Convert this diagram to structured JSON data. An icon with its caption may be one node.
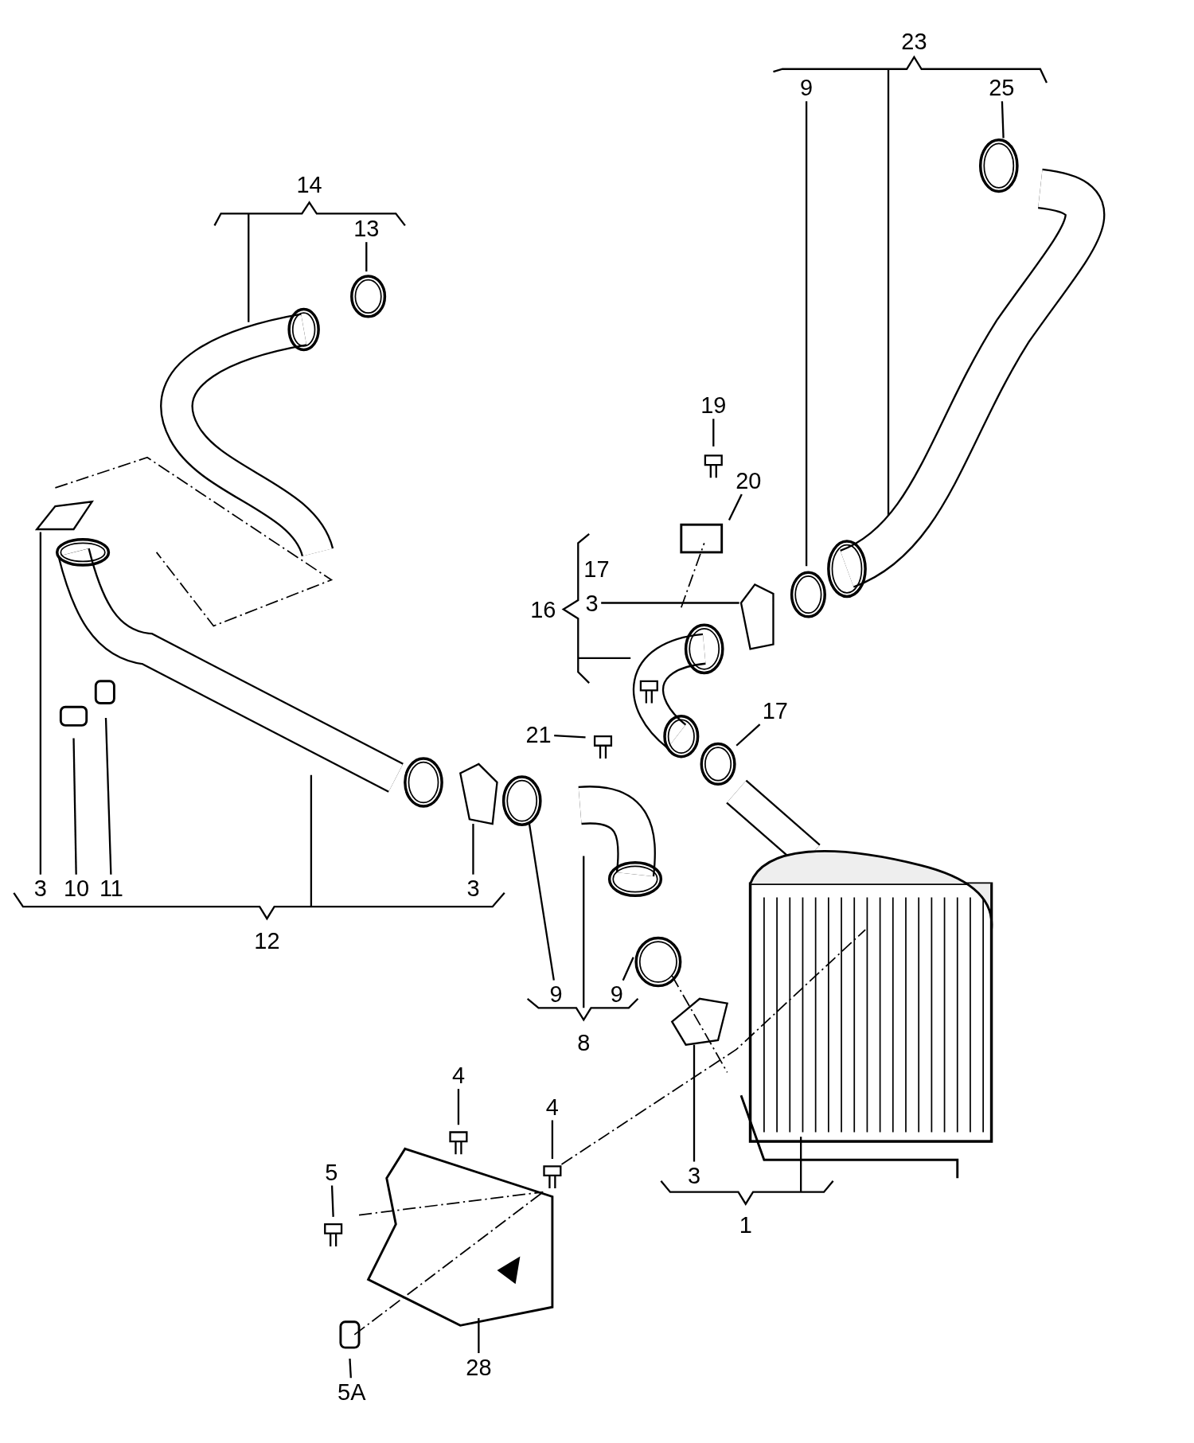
{
  "diagram": {
    "nodes": [
      {
        "text": [
          "9"
        ]
      },
      {
        "text": [
          "25"
        ]
      },
      {
        "text": [
          "13"
        ]
      },
      {
        "text": [
          "19"
        ]
      },
      {
        "text": [
          "20"
        ]
      },
      {
        "text": [
          "3"
        ]
      },
      {
        "text": [
          "17"
        ]
      },
      {
        "text": [
          "21"
        ]
      },
      {
        "text": [
          "3"
        ]
      },
      {
        "text": [
          "10"
        ]
      },
      {
        "text": [
          "11"
        ]
      },
      {
        "text": [
          "3"
        ]
      },
      {
        "text": [
          "9"
        ]
      },
      {
        "text": [
          "9"
        ]
      },
      {
        "text": [
          "4"
        ]
      },
      {
        "text": [
          "4"
        ]
      },
      {
        "text": [
          "5"
        ]
      },
      {
        "text": [
          "3"
        ]
      },
      {
        "text": [
          "28"
        ]
      },
      {
        "text": [
          "5A"
        ]
      }
    ],
    "edges": [
      {
        "from": 0,
        "to": null,
        "arrow": "none"
      },
      {
        "from": 1,
        "to": null,
        "arrow": "none"
      },
      {
        "from": 2,
        "to": null,
        "arrow": "none"
      },
      {
        "from": 3,
        "to": null,
        "arrow": "none"
      },
      {
        "from": 4,
        "to": null,
        "arrow": "none"
      },
      {
        "from": 5,
        "to": null,
        "arrow": "none"
      },
      {
        "from": 6,
        "to": null,
        "arrow": "none"
      },
      {
        "from": 7,
        "to": null,
        "arrow": "none"
      },
      {
        "from": 8,
        "to": null,
        "arrow": "none"
      },
      {
        "from": 9,
        "to": null,
        "arrow": "none"
      },
      {
        "from": 10,
        "to": null,
        "arrow": "none"
      },
      {
        "from": 11,
        "to": null,
        "arrow": "none"
      },
      {
        "from": 12,
        "to": null,
        "arrow": "none"
      },
      {
        "from": 13,
        "to": null,
        "arrow": "none"
      },
      {
        "from": 14,
        "to": null,
        "arrow": "none"
      },
      {
        "from": 15,
        "to": null,
        "arrow": "none"
      },
      {
        "from": 16,
        "to": null,
        "arrow": "none"
      },
      {
        "from": 17,
        "to": null,
        "arrow": "none"
      },
      {
        "from": 18,
        "to": null,
        "arrow": "none"
      },
      {
        "from": 19,
        "to": null,
        "arrow": "none"
      }
    ],
    "labels": [
      "23",
      "14",
      "16",
      "17",
      "12",
      "8",
      "1"
    ]
  }
}
